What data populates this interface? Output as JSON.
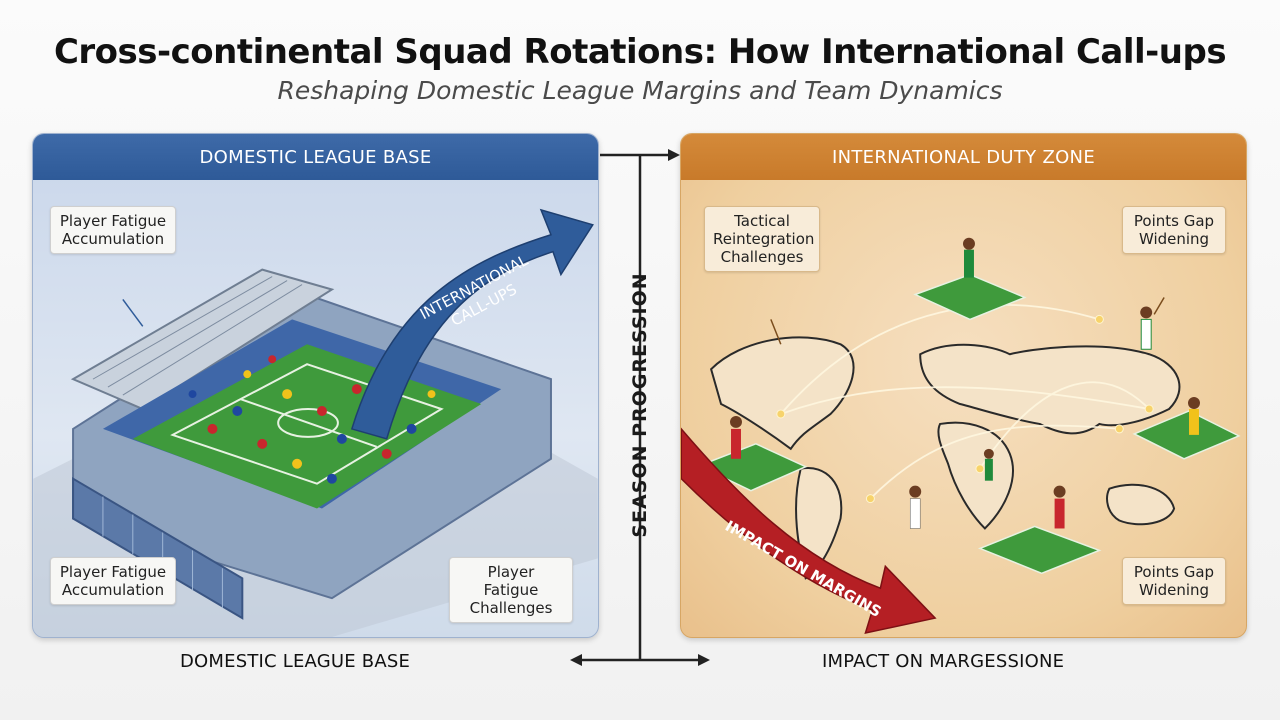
{
  "title": "Cross-continental Squad Rotations: How International Call-ups",
  "subtitle": "Reshaping Domestic League Margins and Team Dynamics",
  "left_panel": {
    "header": "DOMESTIC LEAGUE BASE",
    "arrow_label_line1": "INTERNATIONAL",
    "arrow_label_line2": "CALL-UPS",
    "callouts": [
      {
        "line1": "Player Fatigue",
        "line2": "Accumulation"
      },
      {
        "line1": "Player Fatigue",
        "line2": "Accumulation"
      },
      {
        "line1": "Player Fatigue",
        "line2": "Challenges"
      }
    ]
  },
  "right_panel": {
    "header": "INTERNATIONAL DUTY ZONE",
    "arrow_label": "IMPACT ON MARGINS",
    "callouts": [
      {
        "line1": "Tactical",
        "line2": "Reintegration",
        "line3": "Challenges"
      },
      {
        "line1": "Points Gap",
        "line2": "Widening"
      },
      {
        "line1": "Points Gap",
        "line2": "Widening"
      }
    ]
  },
  "center_label": "SEASON PROGRESSION",
  "bottom_labels": {
    "left": "DOMESTIC LEAGUE BASE",
    "right": "IMPACT ON MARGESSIONE"
  },
  "colors": {
    "left_header": "#2e5a98",
    "right_header": "#c87a2a",
    "callup_arrow": "#2f5c9a",
    "impact_arrow": "#b51f24",
    "pitch": "#3f9a3c"
  }
}
